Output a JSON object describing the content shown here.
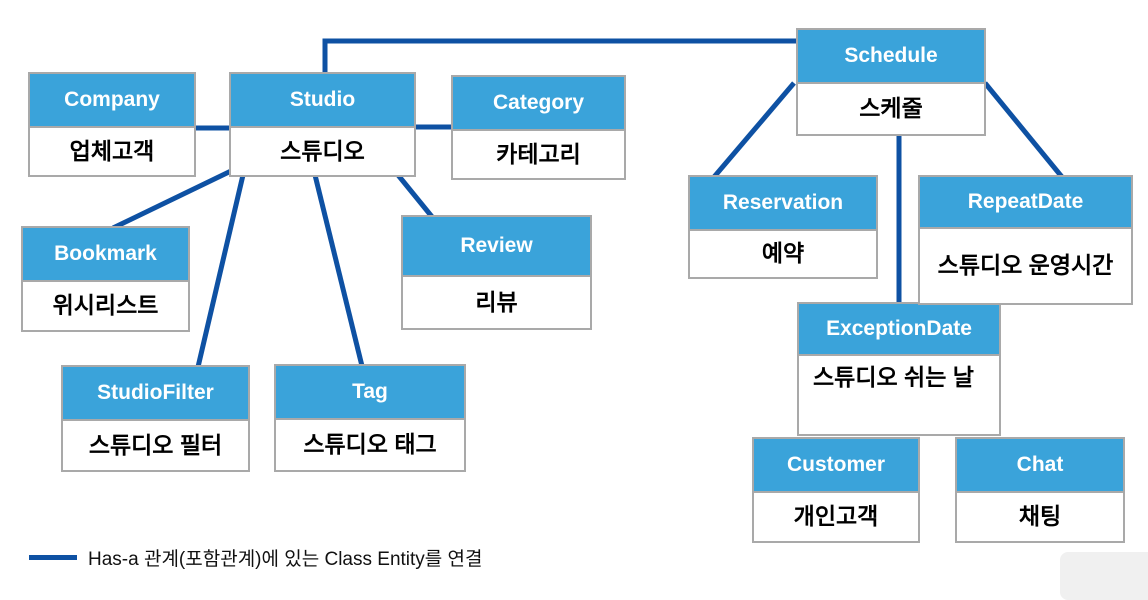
{
  "diagram": {
    "entities": [
      {
        "id": "company",
        "en": "Company",
        "ko": "업체고객"
      },
      {
        "id": "studio",
        "en": "Studio",
        "ko": "스튜디오"
      },
      {
        "id": "category",
        "en": "Category",
        "ko": "카테고리"
      },
      {
        "id": "schedule",
        "en": "Schedule",
        "ko": "스케줄"
      },
      {
        "id": "bookmark",
        "en": "Bookmark",
        "ko": "위시리스트"
      },
      {
        "id": "review",
        "en": "Review",
        "ko": "리뷰"
      },
      {
        "id": "reservation",
        "en": "Reservation",
        "ko": "예약"
      },
      {
        "id": "repeat_date",
        "en": "RepeatDate",
        "ko": "스튜디오 운영시간"
      },
      {
        "id": "studio_filter",
        "en": "StudioFilter",
        "ko": "스튜디오 필터"
      },
      {
        "id": "tag",
        "en": "Tag",
        "ko": "스튜디오 태그"
      },
      {
        "id": "exception_date",
        "en": "ExceptionDate",
        "ko": "스튜디오 쉬는 날"
      },
      {
        "id": "customer",
        "en": "Customer",
        "ko": "개인고객"
      },
      {
        "id": "chat",
        "en": "Chat",
        "ko": "채팅"
      }
    ],
    "connections": [
      {
        "from": "studio",
        "to": "schedule"
      },
      {
        "from": "company",
        "to": "studio"
      },
      {
        "from": "studio",
        "to": "category"
      },
      {
        "from": "studio",
        "to": "bookmark"
      },
      {
        "from": "studio",
        "to": "studio_filter"
      },
      {
        "from": "studio",
        "to": "tag"
      },
      {
        "from": "studio",
        "to": "review"
      },
      {
        "from": "schedule",
        "to": "reservation"
      },
      {
        "from": "schedule",
        "to": "repeat_date"
      },
      {
        "from": "schedule",
        "to": "exception_date"
      }
    ],
    "legend": {
      "label": "Has-a 관계(포함관계)에 있는 Class Entity를 연결"
    },
    "colors": {
      "header_blue": "#3aa3da",
      "line_blue": "#0e51a3",
      "border_gray": "#a9a9a9"
    }
  }
}
